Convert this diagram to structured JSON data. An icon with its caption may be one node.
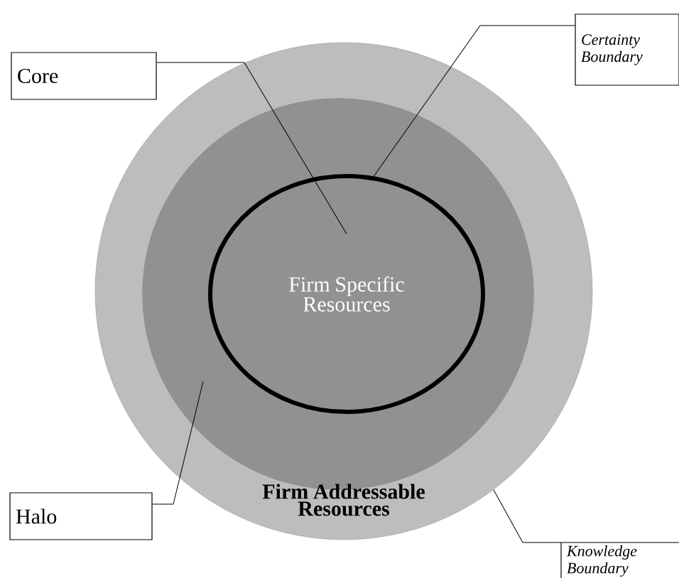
{
  "diagram": {
    "nodes": [
      {
        "text": [
          "Firm Addressable Resources"
        ]
      },
      {
        "text": [],
        "shape": "circle",
        "in": 0
      },
      {
        "text": [
          "Firm Specific Resources"
        ],
        "in": 1
      },
      {
        "text": [
          "Core"
        ]
      },
      {
        "text": [
          "Certainty Boundary"
        ]
      },
      {
        "text": [
          "Halo"
        ]
      },
      {
        "text": [
          "Knowledge Boundary"
        ]
      }
    ],
    "edges": [
      {
        "from": 3,
        "to": 2,
        "arrow": "none"
      },
      {
        "from": 4,
        "to": 2,
        "arrow": "none"
      },
      {
        "from": 5,
        "to": 1,
        "arrow": "none"
      },
      {
        "from": 6,
        "to": 0,
        "arrow": "none"
      }
    ]
  }
}
